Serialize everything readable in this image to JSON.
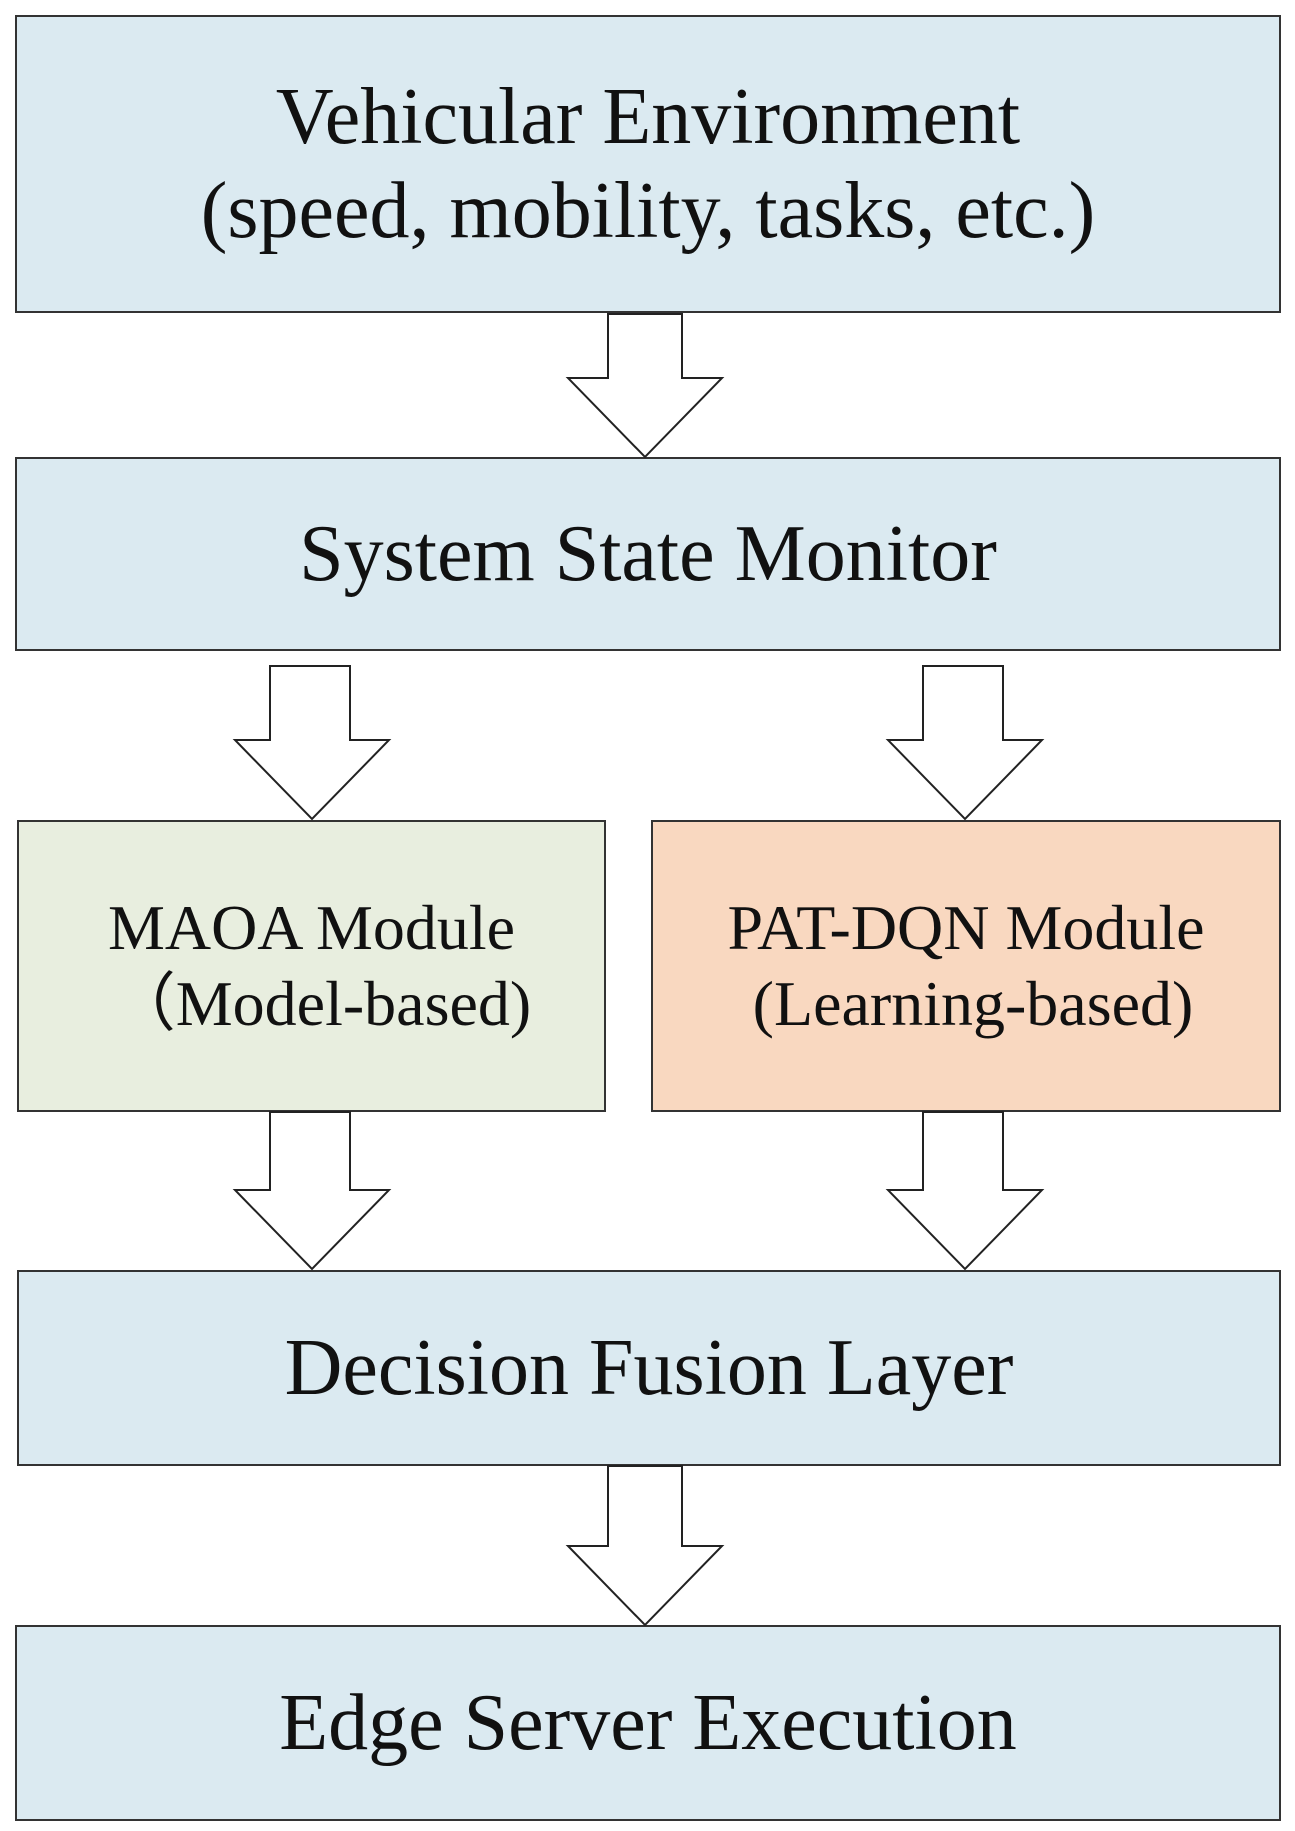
{
  "colors": {
    "layer_fill": "#dbeaf1",
    "model_fill": "#e8eedf",
    "learning_fill": "#f9d8c0",
    "border": "#333333",
    "arrow_fill": "#ffffff"
  },
  "boxes": {
    "environment": {
      "line1": "Vehicular Environment",
      "line2": "(speed, mobility, tasks, etc.)"
    },
    "monitor": {
      "label": "System State Monitor"
    },
    "maoa": {
      "line1": "MAOA Module",
      "line2": "（Model-based)"
    },
    "patdqn": {
      "line1": "PAT-DQN Module",
      "line2": "(Learning-based)"
    },
    "fusion": {
      "label": "Decision Fusion Layer"
    },
    "edge": {
      "label": "Edge Server Execution"
    }
  },
  "arrows": [
    {
      "from": "environment",
      "to": "monitor",
      "style": "hollow-block-arrow"
    },
    {
      "from": "monitor",
      "to": "maoa",
      "style": "hollow-block-arrow"
    },
    {
      "from": "monitor",
      "to": "patdqn",
      "style": "hollow-block-arrow"
    },
    {
      "from": "maoa",
      "to": "fusion",
      "style": "hollow-block-arrow"
    },
    {
      "from": "patdqn",
      "to": "fusion",
      "style": "hollow-block-arrow"
    },
    {
      "from": "fusion",
      "to": "edge",
      "style": "hollow-block-arrow"
    }
  ]
}
